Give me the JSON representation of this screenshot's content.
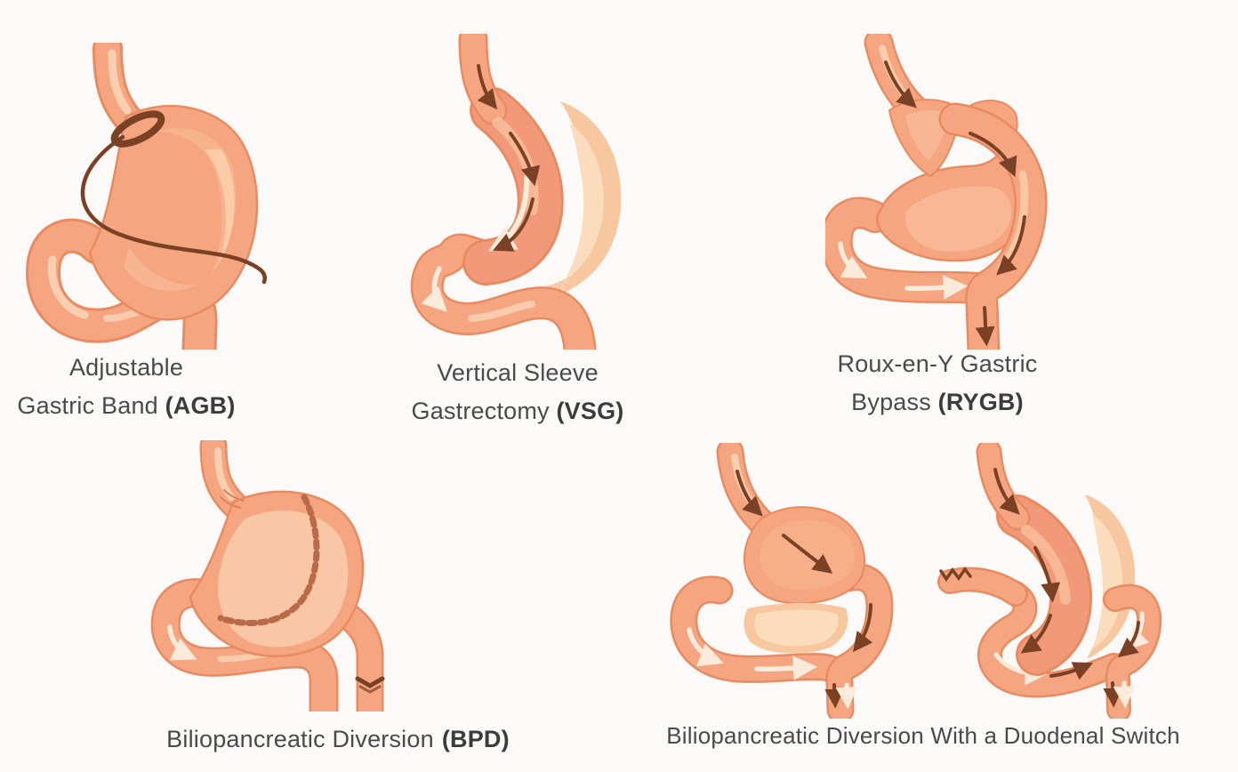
{
  "background": "#fbfaf9",
  "palette": {
    "stomach_body": "#f5a580",
    "stomach_edge": "#e98b61",
    "stomach_highlight": "#f9c8a7",
    "stomach_highlight_light": "#fbd4b6",
    "removed_portion": "#f7c79f",
    "removed_portion_light": "#fbddbe",
    "band_brown": "#7b4124",
    "suture_red": "#b96a48",
    "arrow_dark": "#7b4124",
    "arrow_light": "#fcebda",
    "label_text": "#4a4a4a",
    "label_bold_text": "#3c3c3c"
  },
  "procedures": [
    {
      "id": "agb",
      "line1": "Adjustable",
      "line2": "Gastric Band",
      "abbr": "(AGB)",
      "illustration": "stomach-with-adjustable-band-and-port-tube"
    },
    {
      "id": "vsg",
      "line1": "Vertical Sleeve",
      "line2": "Gastrectomy",
      "abbr": "(VSG)",
      "illustration": "sleeve-stomach-with-removed-outer-portion"
    },
    {
      "id": "rygb",
      "line1": "Roux-en-Y Gastric",
      "line2": "Bypass",
      "abbr": "(RYGB)",
      "illustration": "small-gastric-pouch-with-roux-limb-bypassing-stomach"
    },
    {
      "id": "bpd",
      "line1": "Biliopancreatic Diversion",
      "abbr": "(BPD)",
      "illustration": "stomach-with-staple-line-and-divided-duodenum"
    },
    {
      "id": "bpd_ds",
      "line1": "Biliopancreatic Diversion With a Duodenal Switch",
      "abbr": "",
      "illustration": "two-panel-duodenal-switch-with-sleeve-and-rerouted-intestine"
    }
  ]
}
